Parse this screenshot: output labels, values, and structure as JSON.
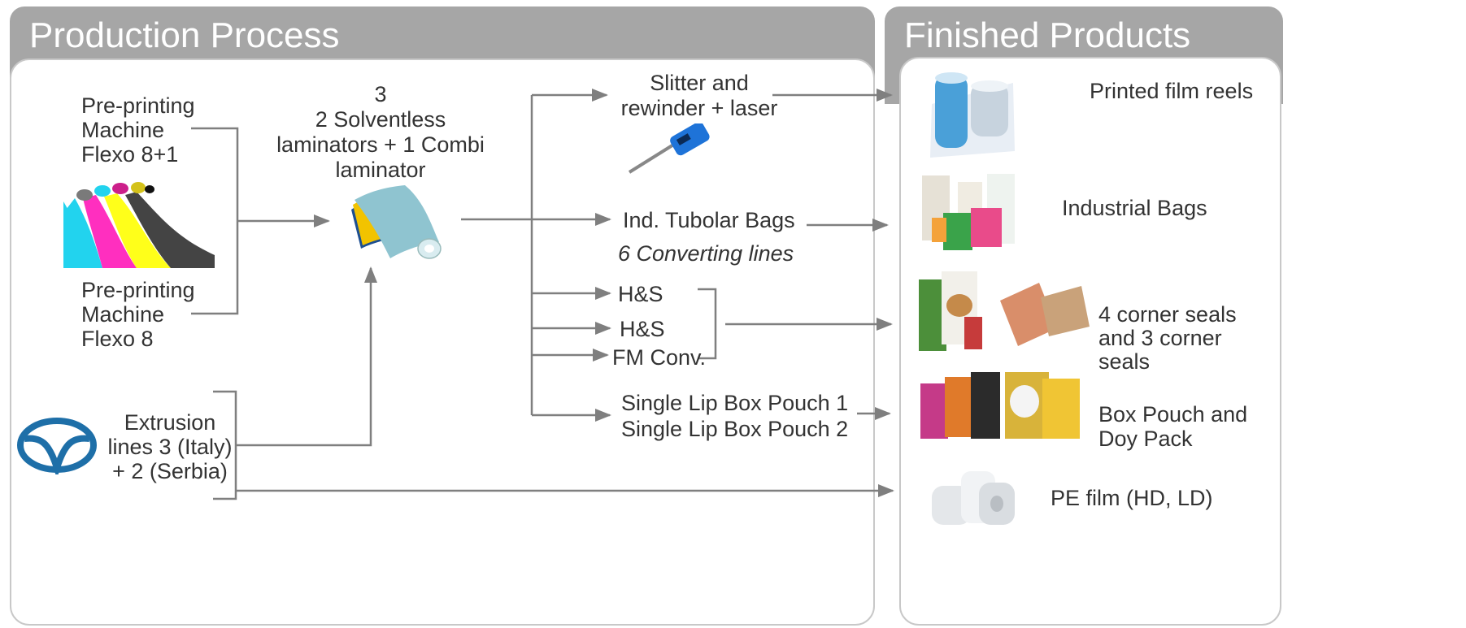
{
  "headers": {
    "production": "Production Process",
    "finished": "Finished Products"
  },
  "inputs": {
    "preprint1": [
      "Pre-printing",
      "Machine",
      "Flexo 8+1"
    ],
    "preprint2": [
      "Pre-printing",
      "Machine",
      "Flexo 8"
    ],
    "extrusion": [
      "Extrusion",
      "lines 3 (Italy)",
      "+ 2 (Serbia)"
    ]
  },
  "laminators": [
    "3",
    "2 Solventless",
    "laminators + 1 Combi",
    "laminator"
  ],
  "converting": {
    "slitter": [
      "Slitter and",
      "rewinder + laser"
    ],
    "tubolar": "Ind. Tubolar Bags",
    "lines_note": "6 Converting lines",
    "hs1": "H&S",
    "hs2": "H&S",
    "fm": "FM Conv.",
    "box1": "Single Lip Box Pouch 1",
    "box2": "Single Lip Box Pouch 2"
  },
  "products": {
    "reels": "Printed film reels",
    "bags": "Industrial Bags",
    "seals": [
      "4 corner seals",
      "and 3 corner",
      "seals"
    ],
    "box": [
      "Box Pouch and",
      "Doy Pack"
    ],
    "pe": "PE film (HD, LD)"
  },
  "colors": {
    "header": "#a6a6a6",
    "line": "#7f7f7f",
    "text": "#333333",
    "cyan": "#22d3ee",
    "magenta": "#ff2fbf",
    "yellow": "#ffff1a",
    "logo": "#1e6fa8"
  }
}
